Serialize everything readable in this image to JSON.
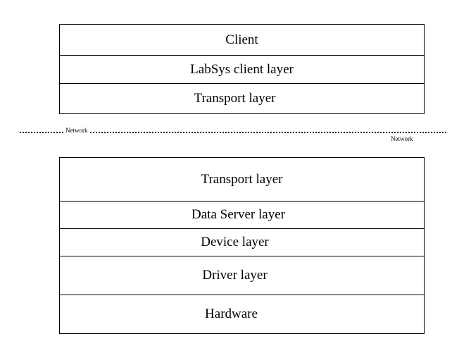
{
  "client_stack": {
    "layers": [
      "Client",
      "LabSys client layer",
      "Transport layer"
    ]
  },
  "network": {
    "label_left": "Network",
    "label_right": "Network"
  },
  "server_stack": {
    "layers": [
      "Transport layer",
      "Data Server layer",
      "Device layer",
      "Driver layer",
      "Hardware"
    ]
  }
}
